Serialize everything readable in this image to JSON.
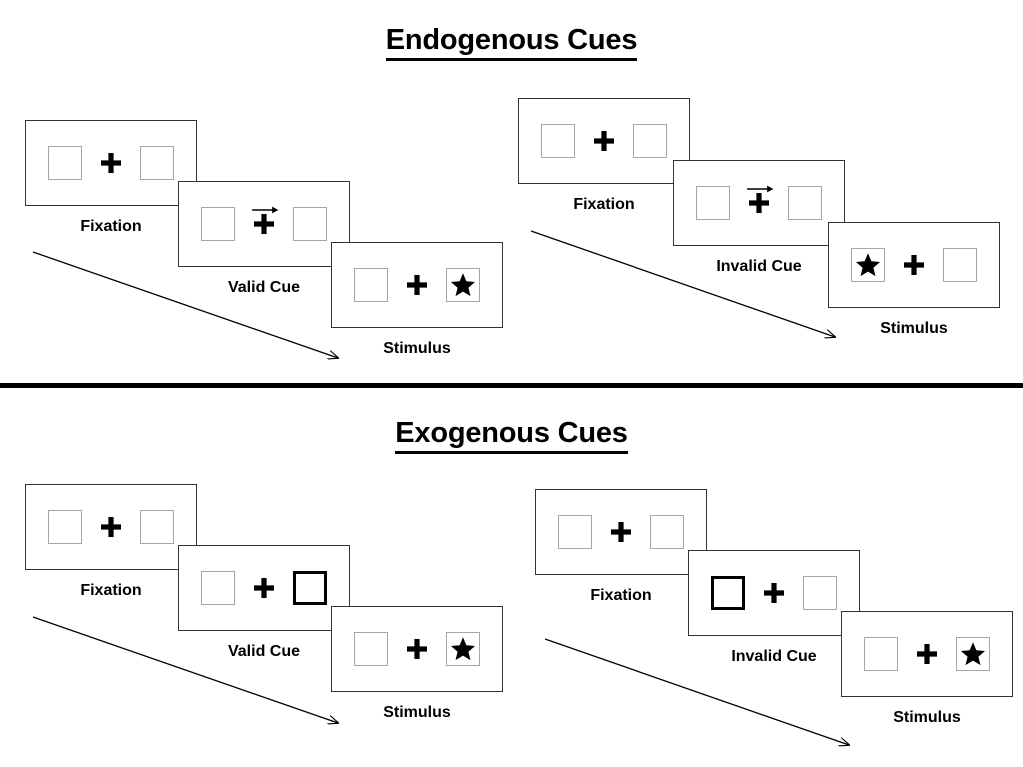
{
  "sections": [
    {
      "id": "endogenous",
      "title": "Endogenous Cues",
      "groups": [
        {
          "id": "endogenous-valid",
          "panels": [
            {
              "stage": "Fixation",
              "left_content": "empty",
              "right_content": "empty",
              "cue": "none",
              "left_cued": false,
              "right_cued": false
            },
            {
              "stage": "Valid Cue",
              "left_content": "empty",
              "right_content": "empty",
              "cue": "arrow-right",
              "left_cued": false,
              "right_cued": false
            },
            {
              "stage": "Stimulus",
              "left_content": "empty",
              "right_content": "star",
              "cue": "none",
              "left_cued": false,
              "right_cued": false
            }
          ]
        },
        {
          "id": "endogenous-invalid",
          "panels": [
            {
              "stage": "Fixation",
              "left_content": "empty",
              "right_content": "empty",
              "cue": "none",
              "left_cued": false,
              "right_cued": false
            },
            {
              "stage": "Invalid Cue",
              "left_content": "empty",
              "right_content": "empty",
              "cue": "arrow-right",
              "left_cued": false,
              "right_cued": false
            },
            {
              "stage": "Stimulus",
              "left_content": "star",
              "right_content": "empty",
              "cue": "none",
              "left_cued": false,
              "right_cued": false
            }
          ]
        }
      ]
    },
    {
      "id": "exogenous",
      "title": "Exogenous Cues",
      "groups": [
        {
          "id": "exogenous-valid",
          "panels": [
            {
              "stage": "Fixation",
              "left_content": "empty",
              "right_content": "empty",
              "cue": "none",
              "left_cued": false,
              "right_cued": false
            },
            {
              "stage": "Valid Cue",
              "left_content": "empty",
              "right_content": "empty",
              "cue": "none",
              "left_cued": false,
              "right_cued": true
            },
            {
              "stage": "Stimulus",
              "left_content": "empty",
              "right_content": "star",
              "cue": "none",
              "left_cued": false,
              "right_cued": false
            }
          ]
        },
        {
          "id": "exogenous-invalid",
          "panels": [
            {
              "stage": "Fixation",
              "left_content": "empty",
              "right_content": "empty",
              "cue": "none",
              "left_cued": false,
              "right_cued": false
            },
            {
              "stage": "Invalid Cue",
              "left_content": "empty",
              "right_content": "empty",
              "cue": "none",
              "left_cued": true,
              "right_cued": false
            },
            {
              "stage": "Stimulus",
              "left_content": "empty",
              "right_content": "star",
              "cue": "none",
              "left_cued": false,
              "right_cued": false
            }
          ]
        }
      ]
    }
  ],
  "colors": {
    "ink": "#000000",
    "panel_border": "#333333",
    "box_border": "#a6a6a6",
    "cued_box_border": "#000000",
    "background": "#ffffff"
  },
  "icons": {
    "plus": "fixation-cross",
    "star": "star-stimulus",
    "arrow": "arrow-right",
    "flow": "flow-arrow"
  }
}
